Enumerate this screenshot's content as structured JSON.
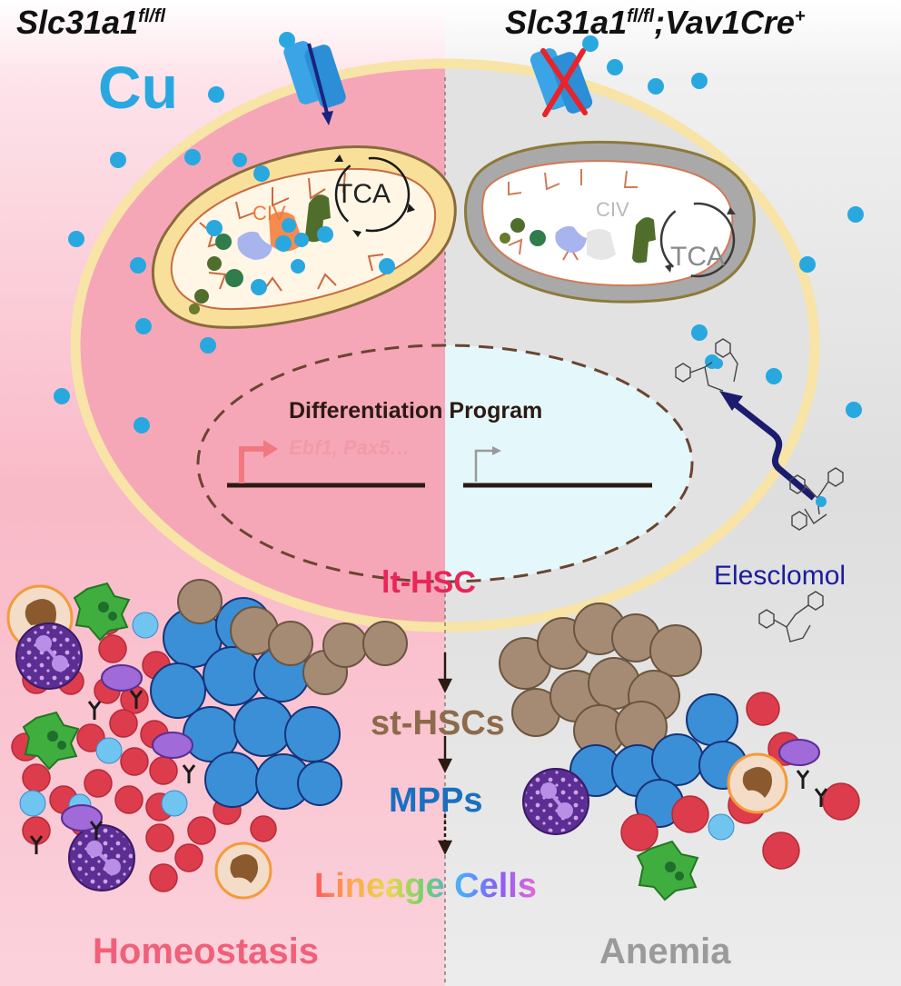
{
  "header": {
    "left_title_main": "Slc31a1",
    "left_title_sup": "fl/fl",
    "right_title_main": "Slc31a1",
    "right_title_sup1": "fl/fl",
    "right_title_sep": ";Vav1Cre",
    "right_title_sup2": "+"
  },
  "cu_label": "Cu",
  "mitochondria": {
    "left": {
      "complex_label": "CIV",
      "cycle_label": "TCA"
    },
    "right": {
      "complex_label": "CIV",
      "cycle_label": "TCA"
    }
  },
  "nucleus": {
    "title": "Differentiation Program",
    "genes": "Ebf1, Pax5…"
  },
  "cell_label": "lt-HSC",
  "drug_label": "Elesclomol",
  "hierarchy": {
    "step1": "st-HSCs",
    "step2": "MPPs",
    "step3": "Lineage Cells"
  },
  "footer": {
    "left": "Homeostasis",
    "right": "Anemia"
  },
  "colors": {
    "left_bg": "#f9b3c2",
    "right_bg": "#e3e3e3",
    "copper": "#29a8e0",
    "membrane": "#f5e3a3",
    "lt_hsc": "#e8265a",
    "st_hsc": "#a58b73",
    "mpp": "#3b8fd6",
    "rbc": "#dd3c4c",
    "elesclomol": "#1c1c9c"
  }
}
